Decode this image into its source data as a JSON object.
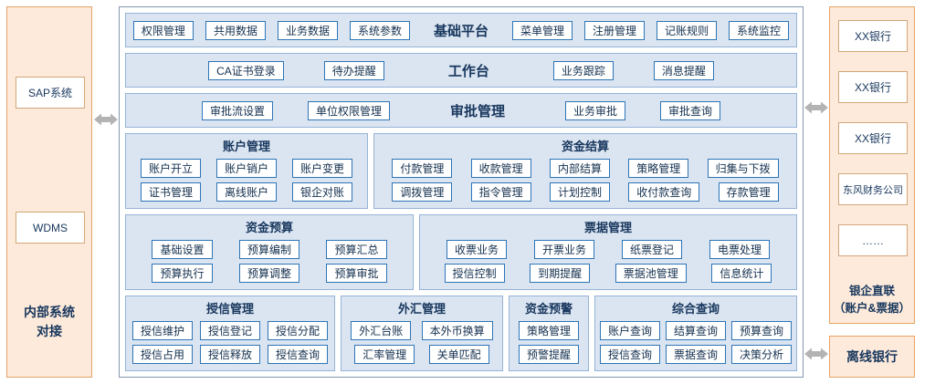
{
  "left_panel": {
    "systems": [
      "SAP系统",
      "WDMS"
    ],
    "label_line1": "内部系统",
    "label_line2": "对接"
  },
  "platform_rows": [
    {
      "title": "基础平台",
      "left": [
        "权限管理",
        "共用数据",
        "业务数据",
        "系统参数"
      ],
      "right": [
        "菜单管理",
        "注册管理",
        "记账规则",
        "系统监控"
      ]
    },
    {
      "title": "工作台",
      "left": [
        "CA证书登录",
        "待办提醒"
      ],
      "right": [
        "业务跟踪",
        "消息提醒"
      ]
    },
    {
      "title": "审批管理",
      "left": [
        "审批流设置",
        "单位权限管理"
      ],
      "right": [
        "业务审批",
        "审批查询"
      ]
    }
  ],
  "sections": {
    "account": {
      "title": "账户管理",
      "rows": [
        [
          "账户开立",
          "账户销户",
          "账户变更"
        ],
        [
          "证书管理",
          "离线账户",
          "银企对账"
        ]
      ]
    },
    "settlement": {
      "title": "资金结算",
      "rows": [
        [
          "付款管理",
          "收款管理",
          "内部结算",
          "策略管理",
          "归集与下拨"
        ],
        [
          "调拨管理",
          "指令管理",
          "计划控制",
          "收付款查询",
          "存款管理"
        ]
      ]
    },
    "budget": {
      "title": "资金预算",
      "rows": [
        [
          "基础设置",
          "预算编制",
          "预算汇总"
        ],
        [
          "预算执行",
          "预算调整",
          "预算审批"
        ]
      ]
    },
    "bills": {
      "title": "票据管理",
      "rows": [
        [
          "收票业务",
          "开票业务",
          "纸票登记",
          "电票处理"
        ],
        [
          "授信控制",
          "到期提醒",
          "票据池管理",
          "信息统计"
        ]
      ]
    },
    "credit": {
      "title": "授信管理",
      "rows": [
        [
          "授信维护",
          "授信登记",
          "授信分配"
        ],
        [
          "授信占用",
          "授信释放",
          "授信查询"
        ]
      ]
    },
    "forex": {
      "title": "外汇管理",
      "rows": [
        [
          "外汇台账",
          "本外币换算"
        ],
        [
          "汇率管理",
          "关单匹配"
        ]
      ]
    },
    "warning": {
      "title": "资金预警",
      "rows": [
        [
          "策略管理"
        ],
        [
          "预警提醒"
        ]
      ]
    },
    "query": {
      "title": "综合查询",
      "rows": [
        [
          "账户查询",
          "结算查询",
          "预算查询"
        ],
        [
          "授信查询",
          "票据查询",
          "决策分析"
        ]
      ]
    }
  },
  "right_panel": {
    "banks": [
      "XX银行",
      "XX银行",
      "XX银行",
      "东风财务公司",
      "……"
    ],
    "label_line1": "银企直联",
    "label_line2": "（账户&票据）"
  },
  "offline_bank": {
    "label": "离线银行"
  },
  "colors": {
    "panel_bg": "#fdeada",
    "panel_border": "#e8a366",
    "section_bg": "#dbe5f1",
    "section_border": "#95b3d7",
    "item_border": "#2e74b5",
    "title_text": "#17365d",
    "arrow": "#b3b3b3"
  }
}
